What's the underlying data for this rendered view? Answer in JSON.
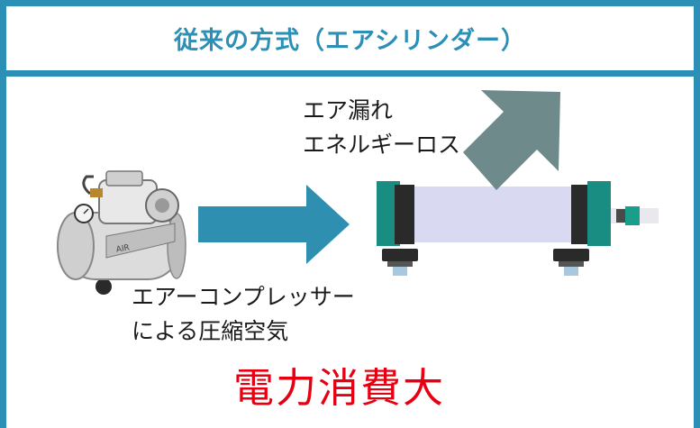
{
  "header": {
    "title": "従来の方式（エアシリンダー）"
  },
  "labels": {
    "air_leak_line1": "エア漏れ",
    "air_leak_line2": "エネルギーロス",
    "compressor_line1": "エアーコンプレッサー",
    "compressor_line2": "による圧縮空気",
    "power": "電力消費大"
  },
  "colors": {
    "frame": "#2b8fb6",
    "flow_arrow": "#2f8fb0",
    "leak_arrow": "#6f8a8a",
    "warning_text": "#e60012"
  },
  "icons": {
    "compressor": "air-compressor-icon",
    "cylinder": "air-cylinder-icon",
    "flow_arrow": "right-arrow-icon",
    "leak_arrow": "diagonal-arrow-icon"
  }
}
